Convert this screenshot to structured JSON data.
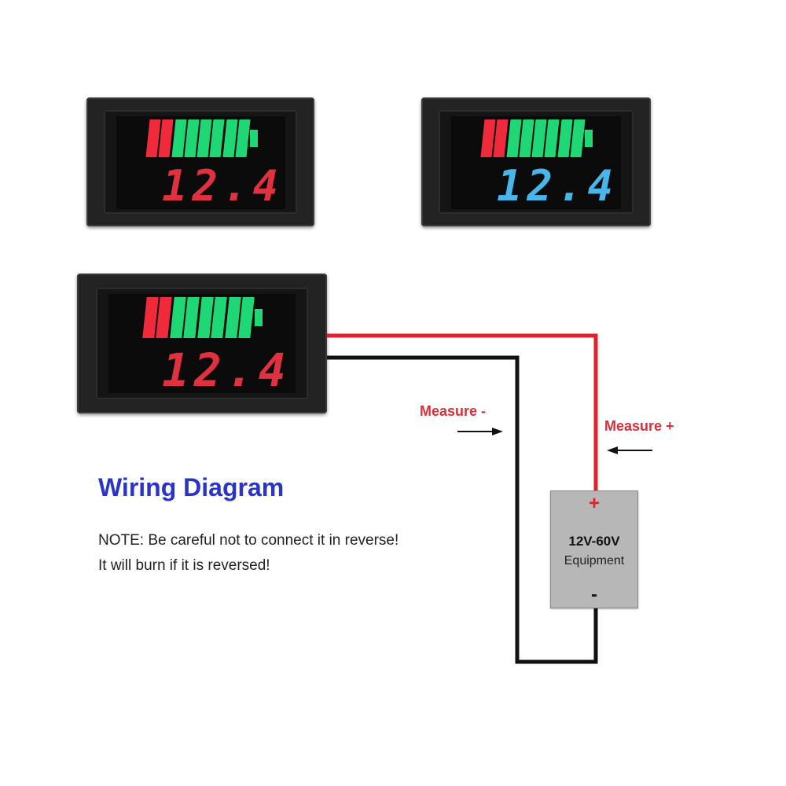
{
  "meters": [
    {
      "id": "meter-red-top",
      "reading": "12.4",
      "digit_color": "#e0313f"
    },
    {
      "id": "meter-blue-top",
      "reading": "12.4",
      "digit_color": "#49b6ea"
    },
    {
      "id": "meter-red-wired",
      "reading": "12.4",
      "digit_color": "#e0313f"
    }
  ],
  "battery_bar": {
    "red_segments": 2,
    "green_segments": 6,
    "red": "#ee2a3b",
    "green": "#1fd774"
  },
  "diagram": {
    "title": "Wiring Diagram",
    "title_color": "#2a34c9",
    "note_line1": "NOTE: Be careful not to connect it in reverse!",
    "note_line2": "It will burn if it is reversed!",
    "measure_minus": "Measure -",
    "measure_plus": "Measure +",
    "label_color": "#d8303a",
    "equipment": {
      "voltage": "12V-60V",
      "name": "Equipment",
      "plus": "+",
      "minus": "-"
    },
    "wire_positive": "#e0202b",
    "wire_negative": "#111111"
  }
}
